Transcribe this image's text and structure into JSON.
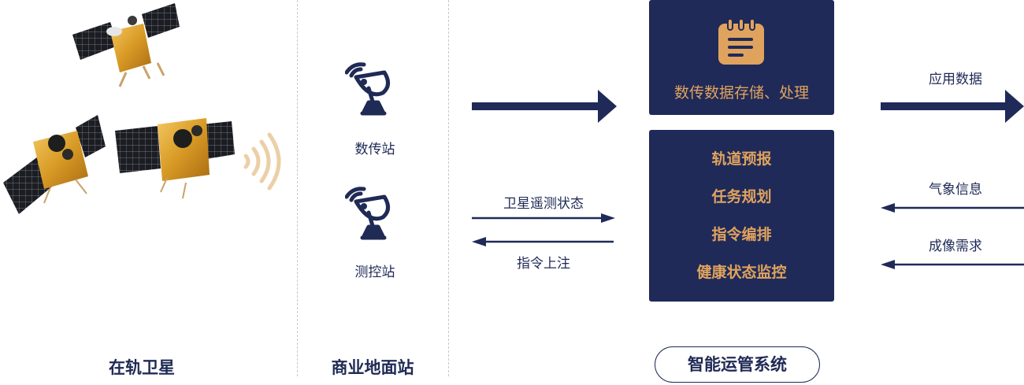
{
  "columns": {
    "satellites_title": "在轨卫星",
    "ground_title": "商业地面站",
    "system_title": "智能运管系统"
  },
  "ground_stations": {
    "data_station_label": "数传站",
    "ttc_station_label": "测控站"
  },
  "links": {
    "telemetry_label": "卫星遥测状态",
    "command_label": "指令上注"
  },
  "system": {
    "storage_box_label": "数传数据存储、处理",
    "functions": [
      "轨道预报",
      "任务规划",
      "指令编排",
      "健康状态监控"
    ]
  },
  "external": {
    "app_data_label": "应用数据",
    "weather_label": "气象信息",
    "imaging_label": "成像需求"
  },
  "colors": {
    "navy": "#1f2a58",
    "gold": "#e0a35e",
    "text": "#1f2a55"
  }
}
